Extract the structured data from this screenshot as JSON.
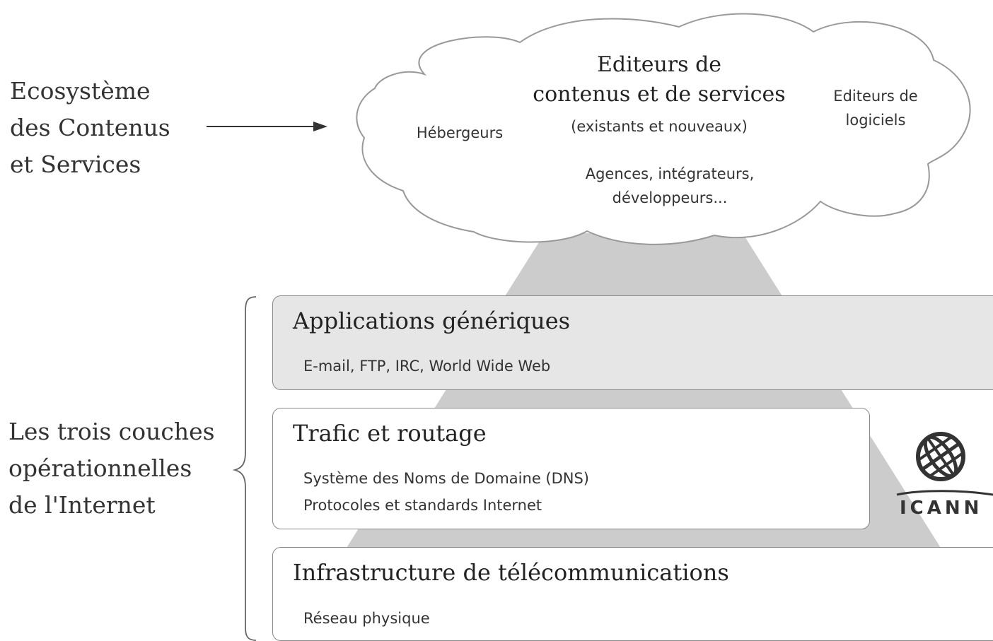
{
  "ecosystem": {
    "label_lines": [
      "Ecosystème",
      "des Contenus",
      "et Services"
    ]
  },
  "cloud": {
    "title_lines": [
      "Editeurs de",
      "contenus et de services"
    ],
    "subtitle": "(existants et nouveaux)",
    "hosts": "Hébergeurs",
    "software_lines": [
      "Editeurs de",
      "logiciels"
    ],
    "agencies_lines": [
      "Agences, intégrateurs,",
      "développeurs..."
    ]
  },
  "layers_group": {
    "label_lines": [
      "Les trois couches",
      "opérationnelles",
      "de l'Internet"
    ]
  },
  "layers": [
    {
      "title": "Applications génériques",
      "items": [
        "E-mail, FTP, IRC, World Wide Web"
      ]
    },
    {
      "title": "Trafic et routage",
      "items": [
        "Système des Noms de Domaine (DNS)",
        "Protocoles et standards Internet"
      ]
    },
    {
      "title": "Infrastructure de télécommunications",
      "items": [
        "Réseau physique"
      ]
    }
  ],
  "logo": {
    "text": "ICANN"
  },
  "colors": {
    "pyramid": "#cccccc",
    "app_layer_fill": "#e6e6e6",
    "box_border": "#888888",
    "text": "#333333"
  }
}
